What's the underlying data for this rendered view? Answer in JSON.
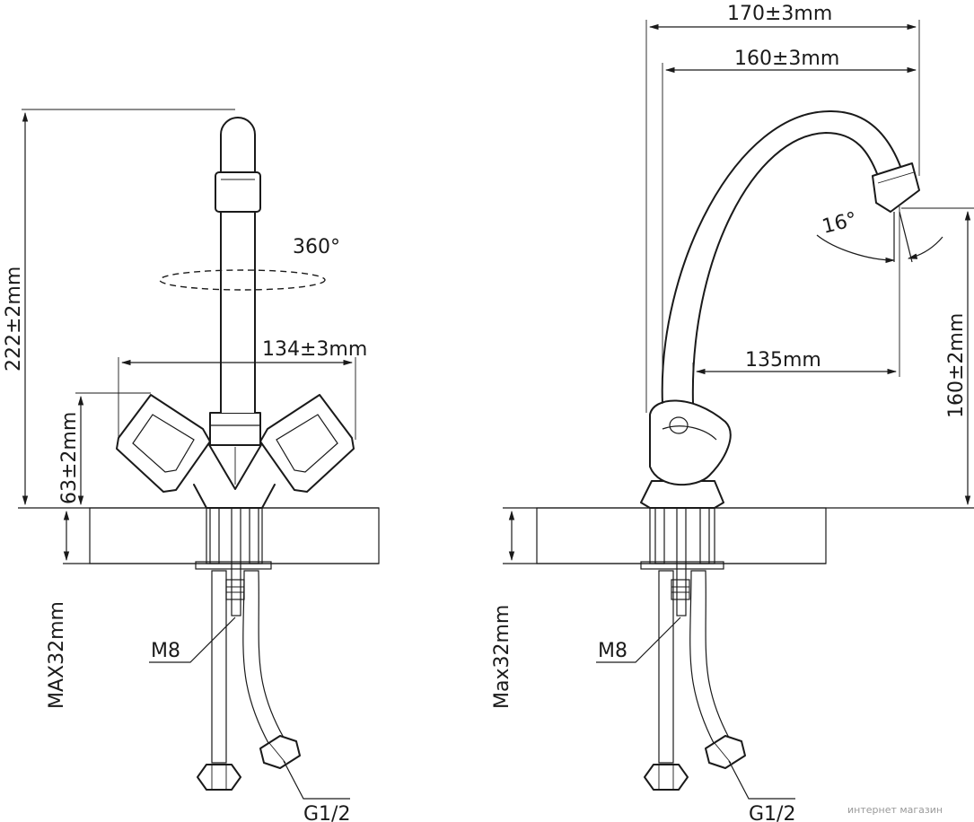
{
  "left_view": {
    "height_label": "222±2mm",
    "handle_height_label": "63±2mm",
    "handle_span_label": "134±3mm",
    "rotation_label": "360°",
    "max_thickness_label": "MAX32mm",
    "stud_label": "M8",
    "thread_label": "G1/2"
  },
  "right_view": {
    "overall_width_label": "170±3mm",
    "spout_width_label": "160±3mm",
    "angle_label": "16°",
    "reach_label": "135mm",
    "spout_height_label": "160±2mm",
    "max_thickness_label": "Max32mm",
    "stud_label": "M8",
    "thread_label": "G1/2"
  },
  "watermark": "интернет магазин"
}
